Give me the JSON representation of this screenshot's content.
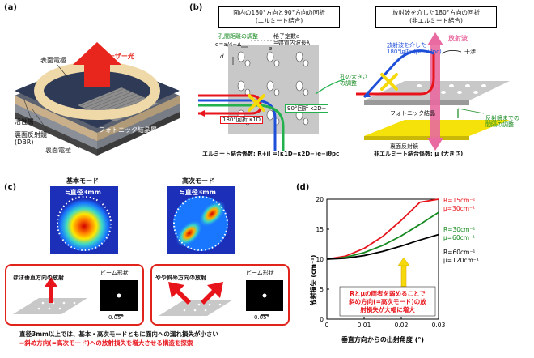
{
  "panel_a": {
    "label": "(a)",
    "laser_light": "レーザー光",
    "surface_electrode": "表面電極",
    "active_layer": "活性層",
    "back_reflector_line1": "裏面反射鏡",
    "back_reflector_line2": "(DBR)",
    "back_electrode": "裏面電極",
    "photonic_crystal": "フォトニック結晶層"
  },
  "panel_b": {
    "label": "(b)",
    "title1_line1": "面内の180°方向と90°方向の回折",
    "title1_line2": "(エルミート結合)",
    "hole_spacing_adjust": "孔間距離の調整",
    "hole_spacing_formula": "d=a/4−Δ",
    "lattice_const_line1": "格子定数a",
    "lattice_const_line2": "=媒質内波長λ",
    "hole_size_line1": "孔の大きさ",
    "hole_size_line2": "の調整",
    "d_symbol": "d",
    "a_symbol": "a",
    "diff_90": "90°回折 κ2D−",
    "diff_180": "180°回折 κ1D",
    "hermite_coeff": "エルミート結合係数: R+iI =(κ1D+κ2D−)e−iθpc",
    "title2_line1": "放射波を介した180°方向の回折",
    "title2_line2": "(非エルミート結合)",
    "radiation_diff_line1": "放射波を介した",
    "radiation_diff_line2": "180°回折 (μe−iθpc)",
    "radiation_wave": "放射波",
    "interference": "干渉",
    "photonic_crystal": "フォトニック結晶",
    "back_reflector": "裏面反射鏡",
    "reflector_spacing_line1": "反射鏡までの",
    "reflector_spacing_line2": "間隔の調整",
    "nonhermite_coeff": "非エルミート結合係数: μ (大きさ)"
  },
  "panel_c": {
    "label": "(c)",
    "fundamental_mode": "基本モード",
    "higher_mode": "高次モード",
    "diameter": "≒直径3mm",
    "vertical_emission": "ほぼ垂直方向の放射",
    "oblique_emission": "やや斜め方向の放射",
    "beam_shape": "ビーム形状",
    "angle_scale": "0.05°",
    "caption_line1": "直径3mm以上では、基本・高次モードともに面内への漏れ損失が小さい",
    "caption_line2": "⇒斜め方向(=高次モード)への放射損失を増大させる構造を探索"
  },
  "panel_d": {
    "label": "(d)"
  },
  "chart_data": {
    "type": "line",
    "title": "",
    "xlabel": "垂直方向からの出射角度 (°)",
    "ylabel": "放射損失 (cm⁻¹)",
    "xlim": [
      0,
      0.03
    ],
    "ylim": [
      0,
      20
    ],
    "x_ticks": [
      "0",
      "0.01",
      "0.02",
      "0.03"
    ],
    "y_ticks": [
      "0",
      "5",
      "10",
      "15",
      "20"
    ],
    "grid": false,
    "x": [
      0,
      0.005,
      0.01,
      0.015,
      0.02,
      0.025,
      0.03
    ],
    "series": [
      {
        "name": "R=15cm⁻¹ μ=30cm⁻¹",
        "color": "#e8141b",
        "values": [
          10,
          10.5,
          11.8,
          13.8,
          16.5,
          19.5,
          20
        ]
      },
      {
        "name": "R=30cm⁻¹ μ=60cm⁻¹",
        "color": "#15891f",
        "values": [
          10,
          10.3,
          11.1,
          12.3,
          13.9,
          15.8,
          17.8
        ]
      },
      {
        "name": "R=60cm⁻¹ μ=120cm⁻¹",
        "color": "#000000",
        "values": [
          10,
          10.15,
          10.6,
          11.3,
          12.2,
          13.2,
          14.1
        ]
      }
    ],
    "series_labels": [
      {
        "line1": "R=15cm⁻¹",
        "line2": "μ=30cm⁻¹"
      },
      {
        "line1": "R=30cm⁻¹",
        "line2": "μ=60cm⁻¹"
      },
      {
        "line1": "R=60cm⁻¹",
        "line2": "μ=120cm⁻¹"
      }
    ],
    "annotation_line1": "Rとμの両者を弱めることで",
    "annotation_line2": "斜め方向(=高次モード)の放",
    "annotation_line3": "射損失が大幅に増大"
  }
}
